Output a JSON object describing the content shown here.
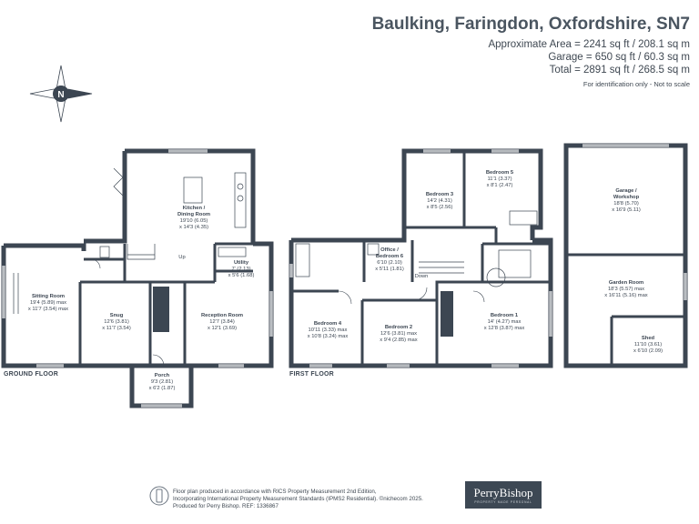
{
  "header": {
    "title": "Baulking, Faringdon, Oxfordshire, SN7",
    "area_lines": [
      "Approximate Area = 2241 sq ft / 208.1 sq m",
      "Garage = 650 sq ft / 60.3 sq m",
      "Total = 2891 sq ft / 268.5 sq m"
    ],
    "note": "For identification only - Not to scale"
  },
  "compass": {
    "letter": "N"
  },
  "floors": {
    "ground_label": "GROUND FLOOR",
    "first_label": "FIRST FLOOR"
  },
  "rooms": {
    "kitchen": [
      "Kitchen /",
      "Dining Room",
      "19'10 (6.05)",
      "x 14'3 (4.35)"
    ],
    "utility": [
      "Utility",
      "7' (2.13)",
      "x 5'6 (1.68)"
    ],
    "sitting": [
      "Sitting Room",
      "19'4 (5.89) max",
      "x 11'7 (3.54) max"
    ],
    "snug": [
      "Snug",
      "12'6 (3.81)",
      "x 11'7 (3.54)"
    ],
    "reception": [
      "Reception Room",
      "12'7 (3.84)",
      "x 12'1 (3.69)"
    ],
    "porch": [
      "Porch",
      "9'3 (2.81)",
      "x 6'2 (1.87)"
    ],
    "bedroom3": [
      "Bedroom 3",
      "14'2 (4.31)",
      "x 8'5 (2.56)"
    ],
    "bedroom5": [
      "Bedroom 5",
      "11'1 (3.37)",
      "x 8'1 (2.47)"
    ],
    "office": [
      "Office /",
      "Bedroom 6",
      "6'10 (2.10)",
      "x 5'11 (1.81)"
    ],
    "bedroom4": [
      "Bedroom 4",
      "10'11 (3.33) max",
      "x 10'8 (3.24) max"
    ],
    "bedroom2": [
      "Bedroom 2",
      "12'6 (3.81) max",
      "x 9'4 (2.85) max"
    ],
    "bedroom1": [
      "Bedroom 1",
      "14' (4.27) max",
      "x 12'8 (3.87) max"
    ],
    "garage": [
      "Garage /",
      "Workshop",
      "18'8 (5.70)",
      "x 16'9 (5.11)"
    ],
    "garden": [
      "Garden Room",
      "18'3 (5.57) max",
      "x 16'11 (5.16) max"
    ],
    "shed": [
      "Shed",
      "11'10 (3.61)",
      "x 6'10 (2.09)"
    ],
    "up": "Up",
    "down": "Down"
  },
  "footer": {
    "lines": [
      "Floor plan produced in accordance with RICS Property Measurement 2nd Edition,",
      "Incorporating International Property Measurement Standards (IPMS2 Residential).  ©nichecom 2025.",
      "Produced for Perry Bishop.    REF: 1336867"
    ]
  },
  "logo": {
    "name": "PerryBishop",
    "tagline": "PROPERTY MADE PERSONAL"
  }
}
